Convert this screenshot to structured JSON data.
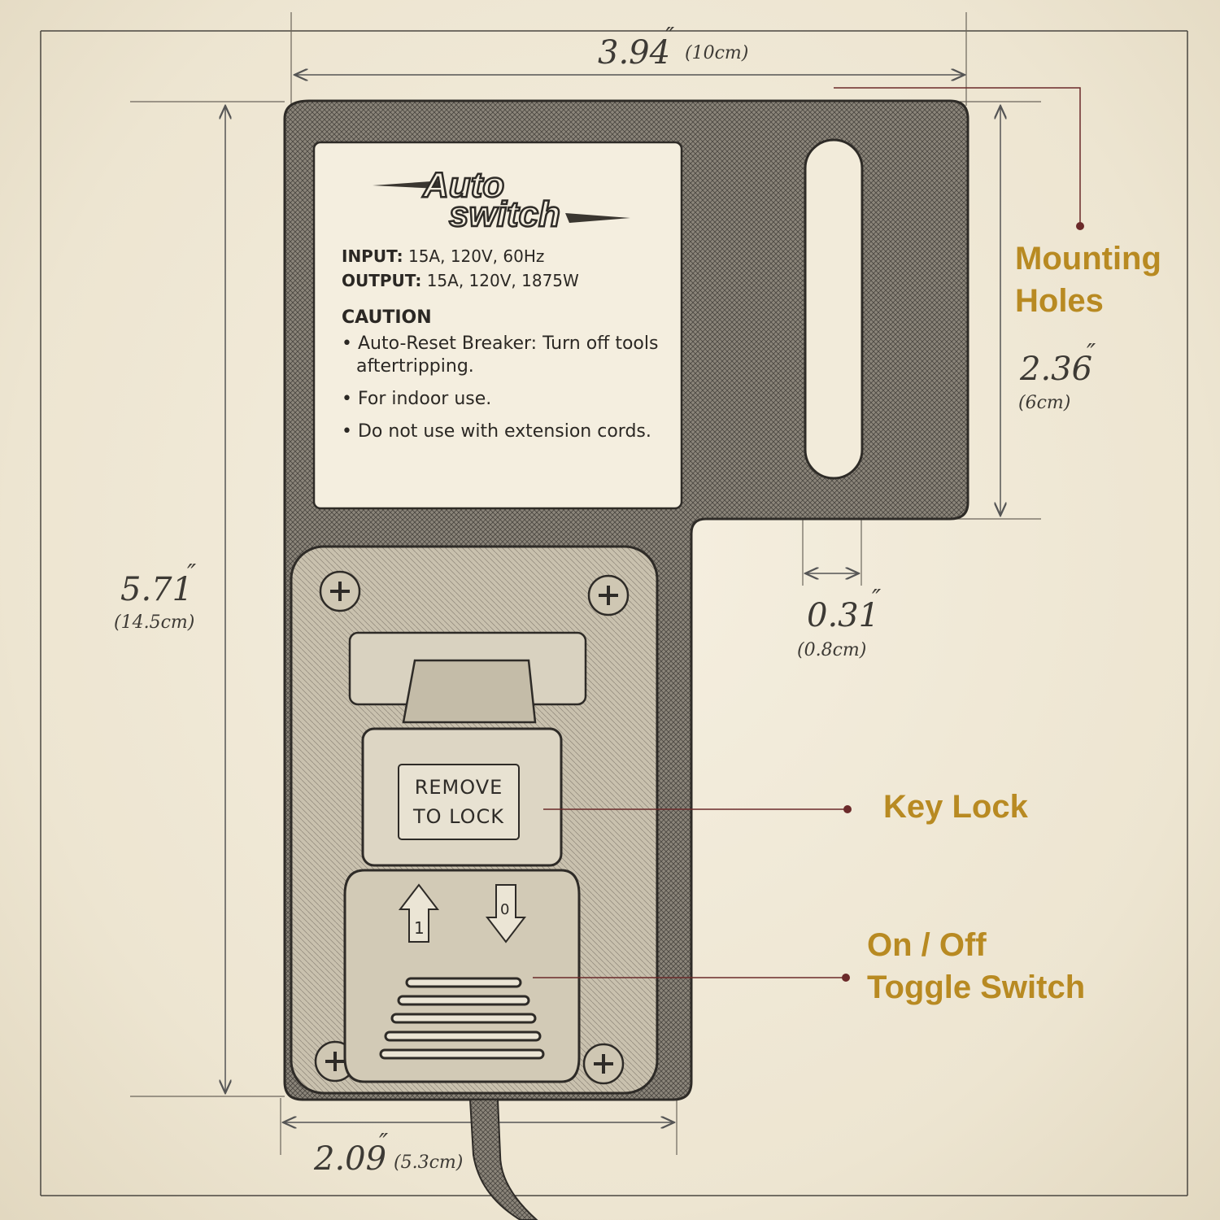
{
  "dimensions": {
    "width": {
      "value": "3.94",
      "unit": "″",
      "metric": "(10cm)"
    },
    "height": {
      "value": "5.71",
      "unit": "″",
      "metric": "(14.5cm)"
    },
    "hole_spacing": {
      "value": "2.36",
      "unit": "″",
      "metric": "(6cm)"
    },
    "hole_width": {
      "value": "0.31",
      "unit": "″",
      "metric": "(0.8cm)"
    },
    "bottom_width": {
      "value": "2.09",
      "unit": "″",
      "metric": "(5.3cm)"
    }
  },
  "label": {
    "brand_line1": "Auto",
    "brand_line2": "switch",
    "input_key": "INPUT:",
    "input_value": "15A, 120V, 60Hz",
    "output_key": "OUTPUT:",
    "output_value": "15A, 120V, 1875W",
    "caution_title": "CAUTION",
    "bullets": [
      "Auto-Reset Breaker: Turn off tools aftertripping.",
      "For indoor use.",
      "Do not use with extension cords."
    ]
  },
  "key_lock_text": {
    "line1": "REMOVE",
    "line2": "TO LOCK"
  },
  "toggle_symbols": {
    "on": "1",
    "off": "0"
  },
  "callouts": {
    "mounting_holes": "Mounting Holes",
    "key_lock": "Key Lock",
    "toggle_switch_line1": "On / Off",
    "toggle_switch_line2": "Toggle Switch"
  },
  "colors": {
    "callout_gold": "#b88a22",
    "leader_line": "#6b2a2a",
    "ink": "#3d3a35",
    "paper": "#efe8d6"
  }
}
